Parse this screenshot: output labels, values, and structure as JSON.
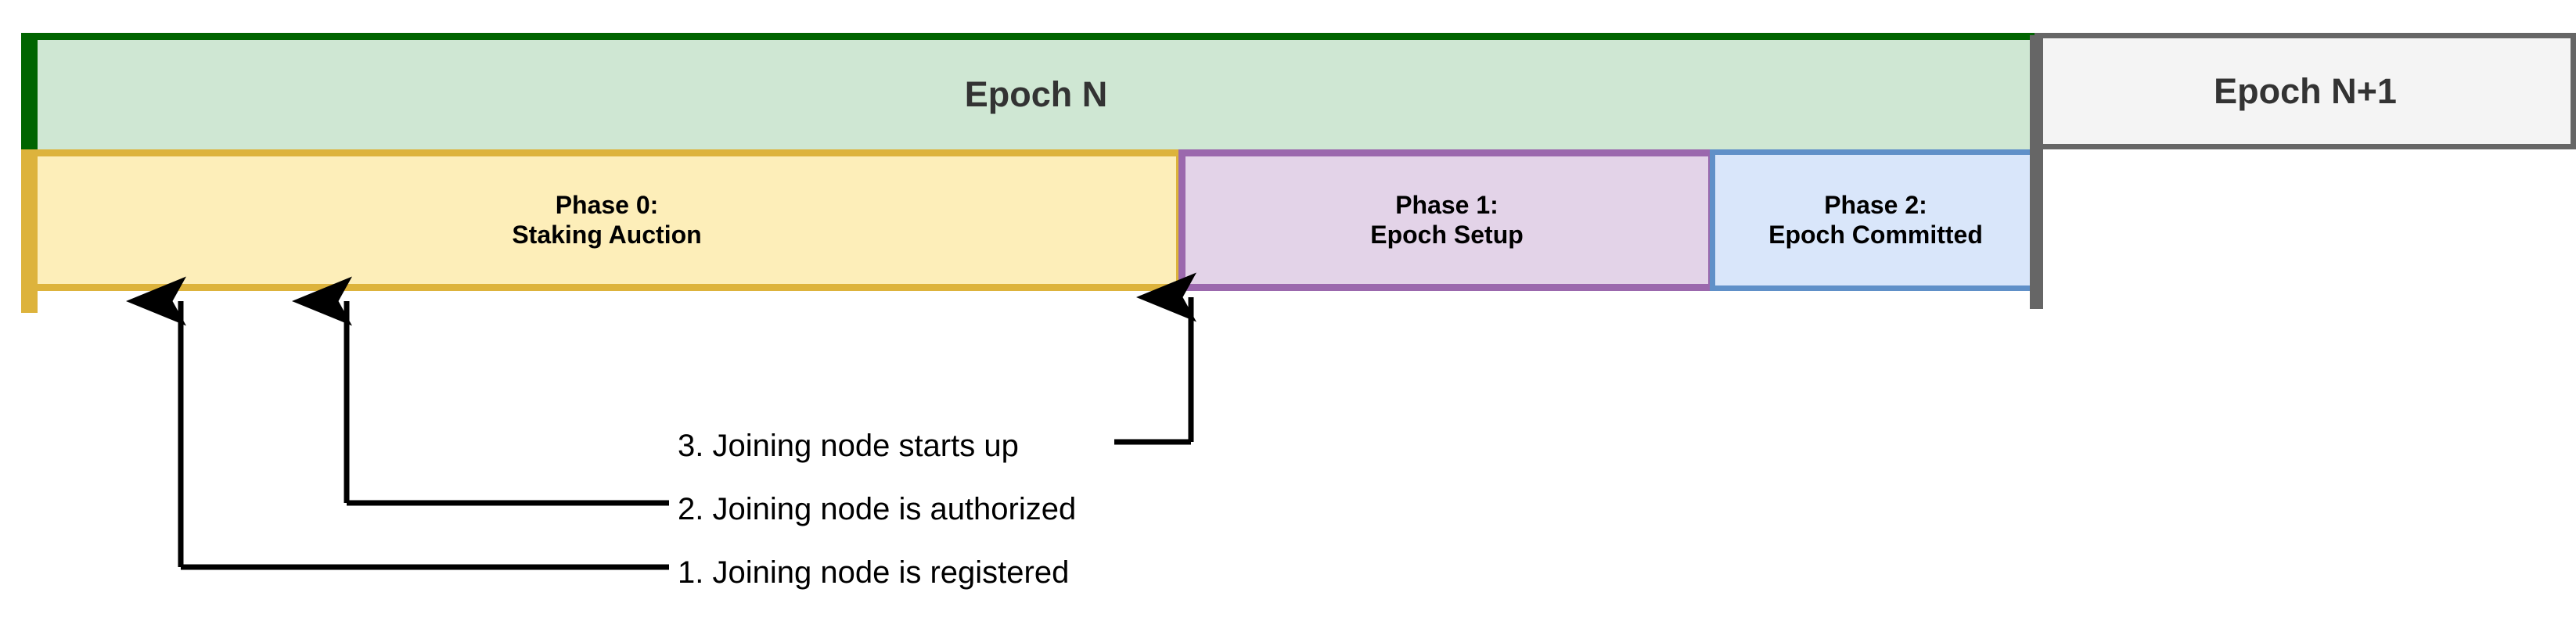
{
  "diagram": {
    "title_implicit": "Epoch phase timeline",
    "epochs": [
      {
        "id": "epoch-n",
        "label": "Epoch N",
        "fill": "#cfe7d3",
        "stroke": "#006400"
      },
      {
        "id": "epoch-n1",
        "label": "Epoch N+1",
        "fill": "#f4f4f4",
        "stroke": "#666666"
      }
    ],
    "phases": [
      {
        "id": "phase-0",
        "line1": "Phase 0:",
        "line2": "Staking Auction",
        "fill": "#fdeeb9",
        "stroke": "#ddb33c"
      },
      {
        "id": "phase-1",
        "line1": "Phase 1:",
        "line2": "Epoch Setup",
        "fill": "#e3d3e8",
        "stroke": "#9b68ad"
      },
      {
        "id": "phase-2",
        "line1": "Phase 2:",
        "line2": "Epoch Committed",
        "fill": "#d9e6fa",
        "stroke": "#6090c8"
      }
    ],
    "annotations": [
      {
        "id": "annot-1",
        "label": "1. Joining node is registered"
      },
      {
        "id": "annot-2",
        "label": "2. Joining node is authorized"
      },
      {
        "id": "annot-3",
        "label": "3. Joining node starts up"
      }
    ],
    "colors": {
      "epoch_n_fill": "#cfe7d3",
      "epoch_n_stroke": "#006400",
      "epoch_n1_fill": "#f4f4f4",
      "epoch_n1_stroke": "#666666",
      "phase0_fill": "#fdeeb9",
      "phase0_stroke": "#ddb33c",
      "phase1_fill": "#e3d3e8",
      "phase1_stroke": "#9b68ad",
      "phase2_fill": "#d9e6fa",
      "phase2_stroke": "#6090c8",
      "leader_line": "#000000",
      "text": "#000000"
    }
  }
}
